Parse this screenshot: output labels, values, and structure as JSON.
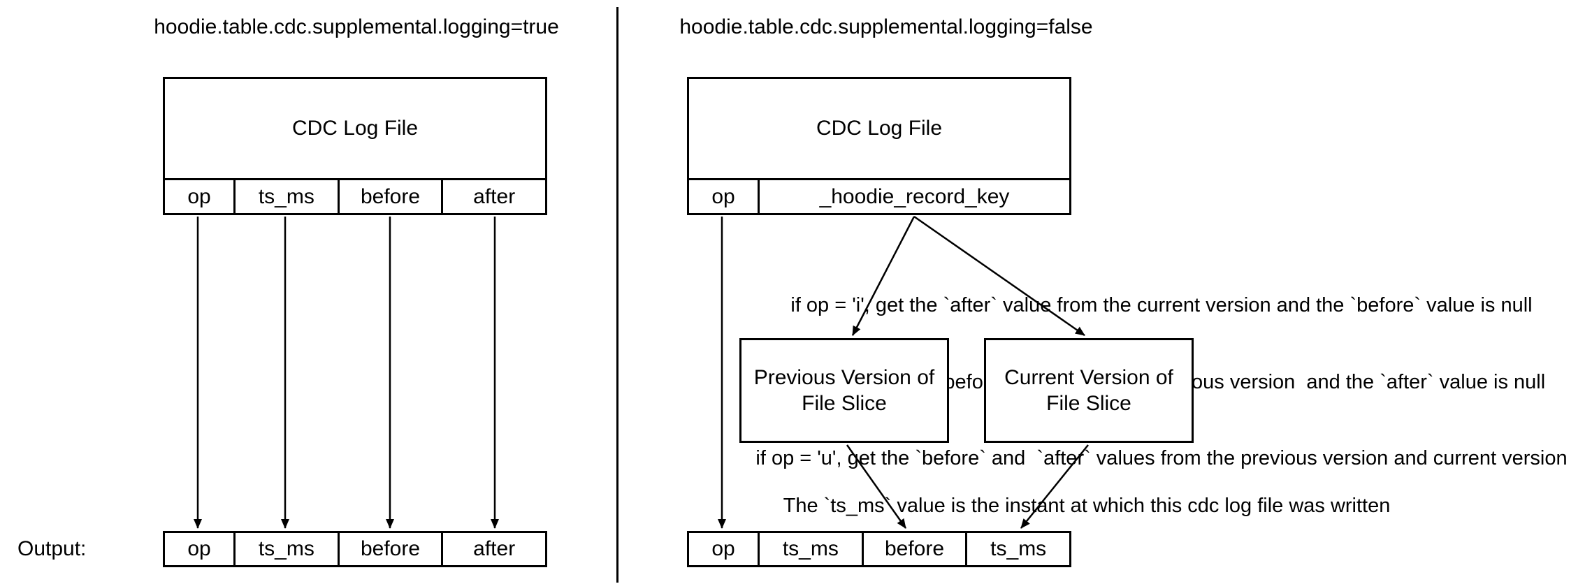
{
  "left": {
    "title": "hoodie.table.cdc.supplemental.logging=true",
    "log_file_label": "CDC Log File",
    "columns": [
      "op",
      "ts_ms",
      "before",
      "after"
    ],
    "output_label": "Output:",
    "output_columns": [
      "op",
      "ts_ms",
      "before",
      "after"
    ]
  },
  "right": {
    "title": "hoodie.table.cdc.supplemental.logging=false",
    "log_file_label": "CDC Log File",
    "columns": [
      "op",
      "_hoodie_record_key"
    ],
    "notes": [
      "if op = 'i', get the `after` value from the current version and the `before` value is null",
      "if op = 'd', get the `before` value from the previous version  and the `after` value is null",
      "if op = 'u', get the `before` and  `after` values from the previous version and current version"
    ],
    "previous_box": {
      "line1": "Previous Version of",
      "line2": "File Slice"
    },
    "current_box": {
      "line1": "Current Version of",
      "line2": "File Slice"
    },
    "ts_note": "The `ts_ms` value is the instant at which this cdc log file was written",
    "output_columns": [
      "op",
      "ts_ms",
      "before",
      "ts_ms"
    ]
  },
  "colors": {
    "ink": "#000000",
    "background": "#ffffff"
  }
}
